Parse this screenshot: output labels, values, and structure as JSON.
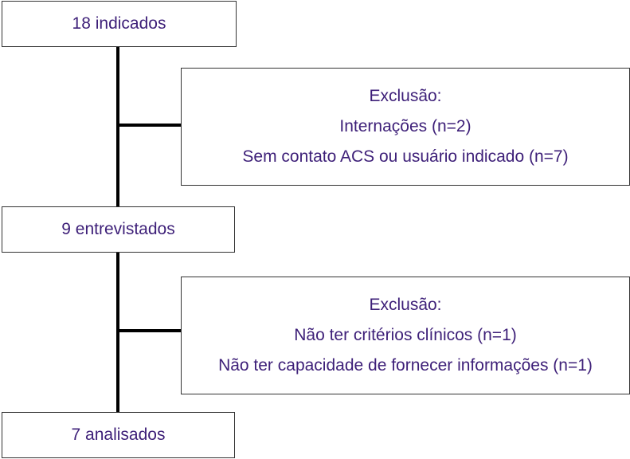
{
  "flow": {
    "step1": "18 indicados",
    "exclusion1": {
      "title": "Exclusão:",
      "lines": [
        "Internações (n=2)",
        "Sem contato ACS ou usuário indicado (n=7)"
      ]
    },
    "step2": "9 entrevistados",
    "exclusion2": {
      "title": "Exclusão:",
      "lines": [
        "Não ter critérios clínicos (n=1)",
        "Não ter capacidade de fornecer informações (n=1)"
      ]
    },
    "step3": "7 analisados"
  },
  "colors": {
    "text": "#3d1f78",
    "border": "#333333",
    "connector": "#000000"
  }
}
